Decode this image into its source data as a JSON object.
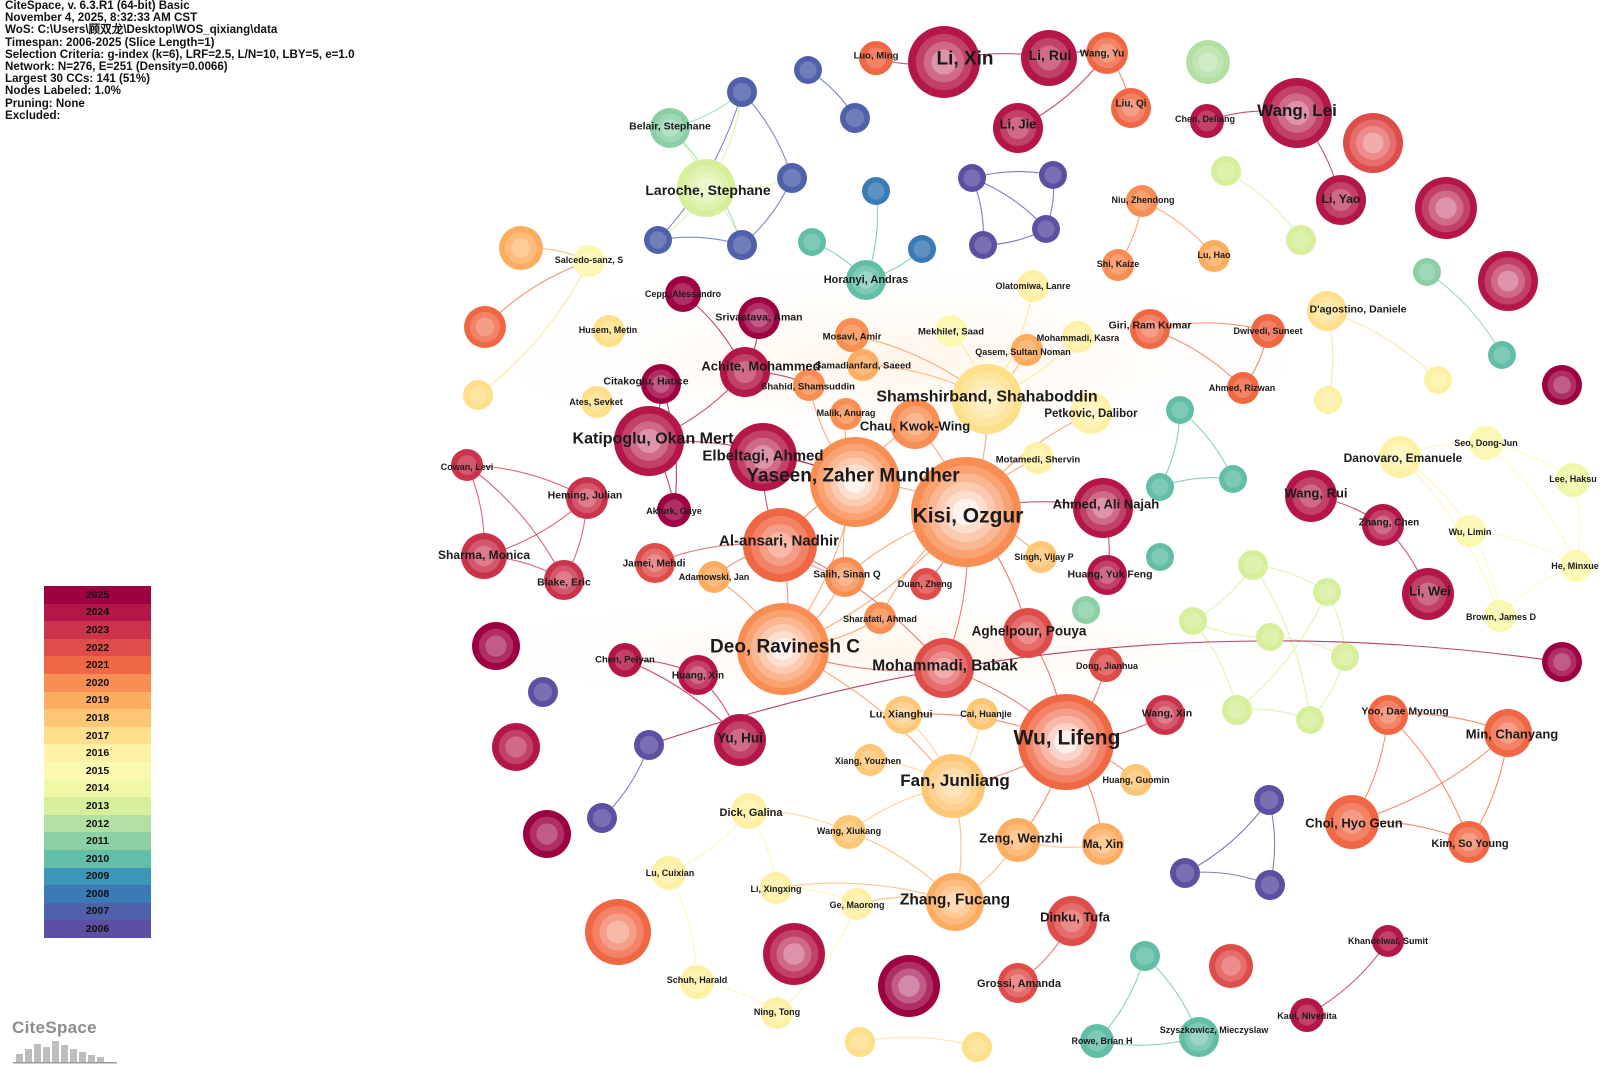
{
  "header": [
    "CiteSpace, v. 6.3.R1 (64-bit) Basic",
    "November 4, 2025, 8:32:33 AM CST",
    "WoS: C:\\Users\\顾双龙\\Desktop\\WOS_qixiang\\data",
    "Timespan: 2006-2025 (Slice Length=1)",
    "Selection Criteria: g-index (k=6), LRF=2.5, L/N=10, LBY=5, e=1.0",
    "Network: N=276, E=251 (Density=0.0066)",
    "Largest 30 CCs: 141 (51%)",
    "Nodes Labeled: 1.0%",
    "Pruning: None",
    "Excluded:"
  ],
  "legend": [
    {
      "year": "2025",
      "color": "#9e0142"
    },
    {
      "year": "2024",
      "color": "#b41747"
    },
    {
      "year": "2023",
      "color": "#cb334d"
    },
    {
      "year": "2022",
      "color": "#df4d4b"
    },
    {
      "year": "2021",
      "color": "#f06744"
    },
    {
      "year": "2020",
      "color": "#f88e53"
    },
    {
      "year": "2019",
      "color": "#fdad60"
    },
    {
      "year": "2018",
      "color": "#fdc776"
    },
    {
      "year": "2017",
      "color": "#fee08b"
    },
    {
      "year": "2016",
      "color": "#fef1a6"
    },
    {
      "year": "2015",
      "color": "#fbf8b0"
    },
    {
      "year": "2014",
      "color": "#eff8a6"
    },
    {
      "year": "2013",
      "color": "#d7ef9b"
    },
    {
      "year": "2012",
      "color": "#b3e0a2"
    },
    {
      "year": "2011",
      "color": "#8ad0a4"
    },
    {
      "year": "2010",
      "color": "#62bea6"
    },
    {
      "year": "2009",
      "color": "#3d95b8"
    },
    {
      "year": "2008",
      "color": "#3a7ab6"
    },
    {
      "year": "2007",
      "color": "#4f61aa"
    },
    {
      "year": "2006",
      "color": "#5e4fa2"
    }
  ],
  "logo_text": "CiteSpace",
  "network": {
    "nodes": [
      {
        "label": "Li, Xin",
        "year": 2024
      },
      {
        "label": "Li, Rui",
        "year": 2024
      },
      {
        "label": "Wang, Yu",
        "year": 2021
      },
      {
        "label": "Luo, Ming",
        "year": 2021
      },
      {
        "label": "Liu, Qi",
        "year": 2021
      },
      {
        "label": "Li, Jie",
        "year": 2024
      },
      {
        "label": "Chen, Deliang",
        "year": 2024
      },
      {
        "label": "Wang, Lei",
        "year": 2024
      },
      {
        "label": "Li, Yao",
        "year": 2024
      },
      {
        "label": "Belair, Stephane",
        "year": 2011
      },
      {
        "label": "Laroche, Stephane",
        "year": 2013
      },
      {
        "label": "Salcedo-sanz, S",
        "year": 2015
      },
      {
        "label": "Niu, Zhendong",
        "year": 2020
      },
      {
        "label": "Lu, Hao",
        "year": 2019
      },
      {
        "label": "Shi, Kaize",
        "year": 2020
      },
      {
        "label": "Horanyi, Andras",
        "year": 2010
      },
      {
        "label": "Olatomiwa, Lanre",
        "year": 2016
      },
      {
        "label": "Cepp, Alessandro",
        "year": 2025
      },
      {
        "label": "Srivastava, Aman",
        "year": 2025
      },
      {
        "label": "Husem, Metin",
        "year": 2017
      },
      {
        "label": "Mosavi, Amir",
        "year": 2020
      },
      {
        "label": "Mekhilef, Saad",
        "year": 2015
      },
      {
        "label": "Mohammadi, Kasra",
        "year": 2016
      },
      {
        "label": "Giri, Ram Kumar",
        "year": 2021
      },
      {
        "label": "Dwivedi, Suneet",
        "year": 2021
      },
      {
        "label": "D'agostino, Daniele",
        "year": 2017
      },
      {
        "label": "Qasem, Sultan Noman",
        "year": 2019
      },
      {
        "label": "Samadianfard, Saeed",
        "year": 2019
      },
      {
        "label": "Achite, Mohammed",
        "year": 2024
      },
      {
        "label": "Shahid, Shamsuddin",
        "year": 2020
      },
      {
        "label": "Citakoglu, Hatice",
        "year": 2025
      },
      {
        "label": "Shamshirband, Shahaboddin",
        "year": 2017
      },
      {
        "label": "Ates, Sevket",
        "year": 2017
      },
      {
        "label": "Ahmed, Rizwan",
        "year": 2021
      },
      {
        "label": "Malik, Anurag",
        "year": 2020
      },
      {
        "label": "Chau, Kwok-Wing",
        "year": 2020
      },
      {
        "label": "Petkovic, Dalibor",
        "year": 2016
      },
      {
        "label": "Katipoglu, Okan Mert",
        "year": 2024
      },
      {
        "label": "Elbeltagi, Ahmed",
        "year": 2024
      },
      {
        "label": "Seo, Dong-Jun",
        "year": 2015
      },
      {
        "label": "Motamedi, Shervin",
        "year": 2016
      },
      {
        "label": "Danovaro, Emanuele",
        "year": 2016
      },
      {
        "label": "Cowan, Levi",
        "year": 2023
      },
      {
        "label": "Yaseen, Zaher Mundher",
        "year": 2020
      },
      {
        "label": "Lee, Haksu",
        "year": 2014
      },
      {
        "label": "Heming, Julian",
        "year": 2023
      },
      {
        "label": "Akturk, Gaye",
        "year": 2025
      },
      {
        "label": "Kisi, Ozgur",
        "year": 2020
      },
      {
        "label": "Ahmed, Ali Najah",
        "year": 2024
      },
      {
        "label": "Wang, Rui",
        "year": 2024
      },
      {
        "label": "Zhang, Chen",
        "year": 2024
      },
      {
        "label": "Wu, Limin",
        "year": 2015
      },
      {
        "label": "Al-ansari, Nadhir",
        "year": 2021
      },
      {
        "label": "Sharma, Monica",
        "year": 2023
      },
      {
        "label": "Jamei, Mehdi",
        "year": 2022
      },
      {
        "label": "Singh, Vijay P",
        "year": 2018
      },
      {
        "label": "He, Minxue",
        "year": 2015
      },
      {
        "label": "Adamowski, Jan",
        "year": 2019
      },
      {
        "label": "Salih, Sinan Q",
        "year": 2020
      },
      {
        "label": "Blake, Eric",
        "year": 2023
      },
      {
        "label": "Duan, Zheng",
        "year": 2022
      },
      {
        "label": "Huang, Yuk Feng",
        "year": 2024
      },
      {
        "label": "Li, Wei",
        "year": 2024
      },
      {
        "label": "Sharafati, Ahmad",
        "year": 2020
      },
      {
        "label": "Brown, James D",
        "year": 2015
      },
      {
        "label": "Deo, Ravinesh C",
        "year": 2020
      },
      {
        "label": "Aghelpour, Pouya",
        "year": 2022
      },
      {
        "label": "Chen, Peiyan",
        "year": 2024
      },
      {
        "label": "Huang, Xin",
        "year": 2024
      },
      {
        "label": "Mohammadi, Babak",
        "year": 2022
      },
      {
        "label": "Dong, Jianhua",
        "year": 2022
      },
      {
        "label": "Lu, Xianghui",
        "year": 2018
      },
      {
        "label": "Cai, Huanjie",
        "year": 2018
      },
      {
        "label": "Yoo, Dae Myoung",
        "year": 2021
      },
      {
        "label": "Wang, Xin",
        "year": 2023
      },
      {
        "label": "Yu, Hui",
        "year": 2024
      },
      {
        "label": "Wu, Lifeng",
        "year": 2021
      },
      {
        "label": "Min, Chanyang",
        "year": 2021
      },
      {
        "label": "Xiang, Youzhen",
        "year": 2018
      },
      {
        "label": "Fan, Junliang",
        "year": 2018
      },
      {
        "label": "Huang, Guomin",
        "year": 2018
      },
      {
        "label": "Dick, Galina",
        "year": 2016
      },
      {
        "label": "Choi, Hyo Geun",
        "year": 2021
      },
      {
        "label": "Wang, Xiukang",
        "year": 2018
      },
      {
        "label": "Zeng, Wenzhi",
        "year": 2019
      },
      {
        "label": "Ma, Xin",
        "year": 2019
      },
      {
        "label": "Kim, So Young",
        "year": 2021
      },
      {
        "label": "Lu, Cuixian",
        "year": 2016
      },
      {
        "label": "Li, Xingxing",
        "year": 2016
      },
      {
        "label": "Ge, Maorong",
        "year": 2016
      },
      {
        "label": "Zhang, Fucang",
        "year": 2019
      },
      {
        "label": "Dinku, Tufa",
        "year": 2022
      },
      {
        "label": "Khandelwal, Sumit",
        "year": 2024
      },
      {
        "label": "Schuh, Harald",
        "year": 2016
      },
      {
        "label": "Grossi, Amanda",
        "year": 2022
      },
      {
        "label": "Ning, Tong",
        "year": 2016
      },
      {
        "label": "Szyszkowicz, Mieczyslaw",
        "year": 2010
      },
      {
        "label": "Kaul, Nivedita",
        "year": 2024
      },
      {
        "label": "Rowe, Brian H",
        "year": 2010
      }
    ]
  }
}
